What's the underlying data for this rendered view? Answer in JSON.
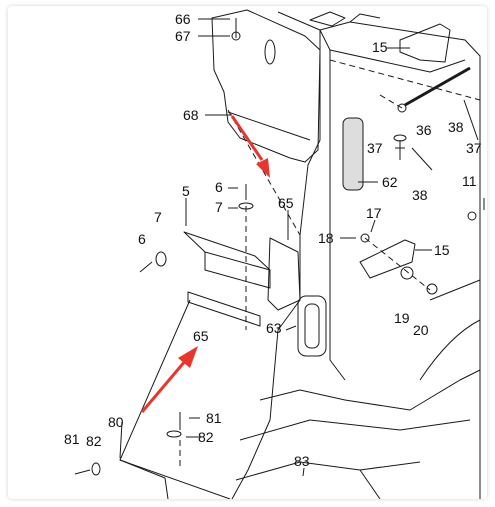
{
  "labels": [
    {
      "id": "p66",
      "text": "66"
    },
    {
      "id": "p67",
      "text": "67"
    },
    {
      "id": "p68",
      "text": "68"
    },
    {
      "id": "p15a",
      "text": "15"
    },
    {
      "id": "p36",
      "text": "36"
    },
    {
      "id": "p38a",
      "text": "38"
    },
    {
      "id": "p37a",
      "text": "37"
    },
    {
      "id": "p37b",
      "text": "37"
    },
    {
      "id": "p62",
      "text": "62"
    },
    {
      "id": "p38b",
      "text": "38"
    },
    {
      "id": "p11",
      "text": "11"
    },
    {
      "id": "p5",
      "text": "5"
    },
    {
      "id": "p6a",
      "text": "6"
    },
    {
      "id": "p7a",
      "text": "7"
    },
    {
      "id": "p65a",
      "text": "65"
    },
    {
      "id": "p7b",
      "text": "7"
    },
    {
      "id": "p6b",
      "text": "6"
    },
    {
      "id": "p17",
      "text": "17"
    },
    {
      "id": "p18",
      "text": "18"
    },
    {
      "id": "p15b",
      "text": "15"
    },
    {
      "id": "p63",
      "text": "63"
    },
    {
      "id": "p65b",
      "text": "65"
    },
    {
      "id": "p19",
      "text": "19"
    },
    {
      "id": "p20",
      "text": "20"
    },
    {
      "id": "p80",
      "text": "80"
    },
    {
      "id": "p81a",
      "text": "81"
    },
    {
      "id": "p82a",
      "text": "82"
    },
    {
      "id": "p81b",
      "text": "81"
    },
    {
      "id": "p82b",
      "text": "82"
    },
    {
      "id": "p83",
      "text": "83"
    }
  ],
  "colors": {
    "line": "#1a1a1a",
    "arrow": "#e8362c",
    "background": "#ffffff"
  }
}
